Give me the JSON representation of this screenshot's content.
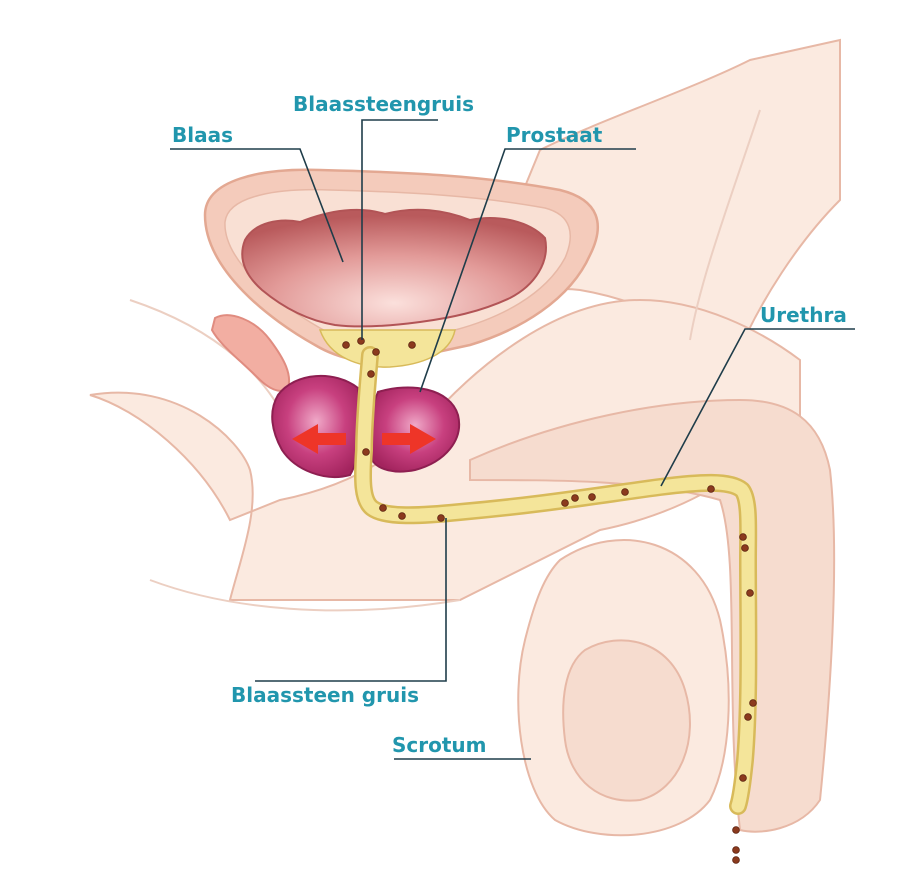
{
  "labels": {
    "blaas": "Blaas",
    "blaassteengruis": "Blaassteengruis",
    "prostaat": "Prostaat",
    "urethra": "Urethra",
    "blaassteen_gruis": "Blaassteen gruis",
    "scrotum": "Scrotum"
  },
  "colors": {
    "label_text": "#2196ad",
    "leader_line": "#1f3d4a",
    "prostate": "#b8306f",
    "bladder_inner": "#c86a6a",
    "urine": "#f4e59a",
    "stones": "#8b3a1e",
    "arrow": "#ee3528"
  }
}
